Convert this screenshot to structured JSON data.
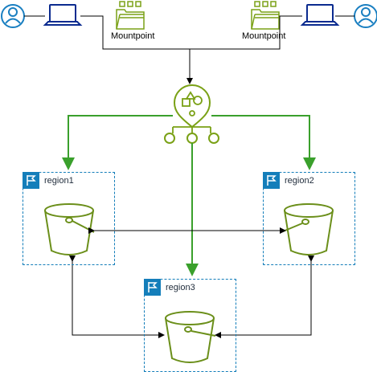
{
  "diagram": {
    "mountpoint_left_label": "Mountpoint",
    "mountpoint_right_label": "Mountpoint",
    "regions": [
      {
        "id": "region1",
        "label": "region1"
      },
      {
        "id": "region2",
        "label": "region2"
      },
      {
        "id": "region3",
        "label": "region3"
      }
    ]
  },
  "colors": {
    "user_icon": "#1a7fc1",
    "laptop": "#0b2b8f",
    "folder_green": "#7aa116",
    "router_green": "#7aa116",
    "green_line": "#3aa02c",
    "region_border": "#147eba",
    "bucket_green": "#6b8f1a",
    "black_line": "#000000"
  }
}
